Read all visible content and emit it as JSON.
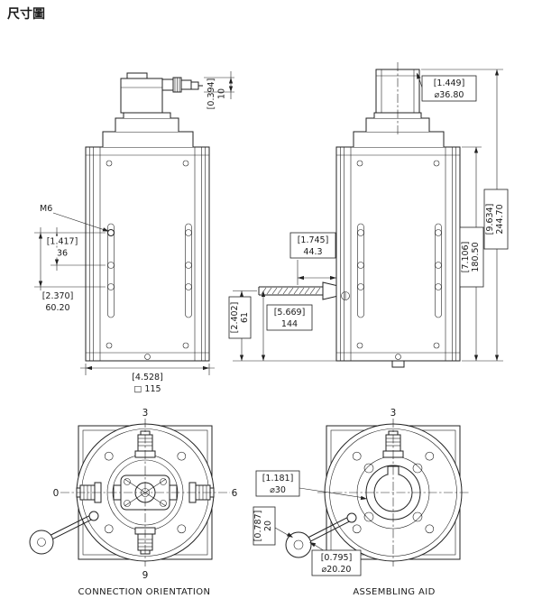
{
  "title": "尺寸圖",
  "colors": {
    "ink": "#1a1a1a",
    "background": "#ffffff"
  },
  "left_view": {
    "dim_connector": {
      "inch": "[0.394]",
      "mm": "10"
    },
    "label_m6": "M6",
    "dim_hole_spacing": {
      "inch": "[1.417]",
      "mm": "36"
    },
    "dim_slot_spacing": {
      "inch": "[2.370]",
      "mm": "60.20"
    },
    "dim_width": {
      "inch": "[4.528]",
      "mm": "□ 115"
    }
  },
  "right_view": {
    "dim_shaft_diameter": {
      "inch": "[1.449]",
      "mm": "⌀36.80"
    },
    "dim_total_height": {
      "inch": "[9.634]",
      "mm": "244.70"
    },
    "dim_body_height": {
      "inch": "[7.106]",
      "mm": "180.50"
    },
    "dim_cable_stub": {
      "inch": "[1.745]",
      "mm": "44.3"
    },
    "dim_cable_height": {
      "inch": "[5.669]",
      "mm": "144"
    },
    "dim_cable_offset": {
      "inch": "[2.402]",
      "mm": "61"
    }
  },
  "connection_view": {
    "caption": "CONNECTION ORIENTATION",
    "pos_top": "3",
    "pos_left": "0",
    "pos_right": "6",
    "pos_bottom": "9"
  },
  "assembly_view": {
    "caption": "ASSEMBLING AID",
    "pos_top": "3",
    "dim_bore": {
      "inch": "[1.181]",
      "mm": "⌀30"
    },
    "dim_depth": {
      "inch": "[0.787]",
      "mm": "20"
    },
    "dim_tool_diameter": {
      "inch": "[0.795]",
      "mm": "⌀20.20"
    }
  }
}
